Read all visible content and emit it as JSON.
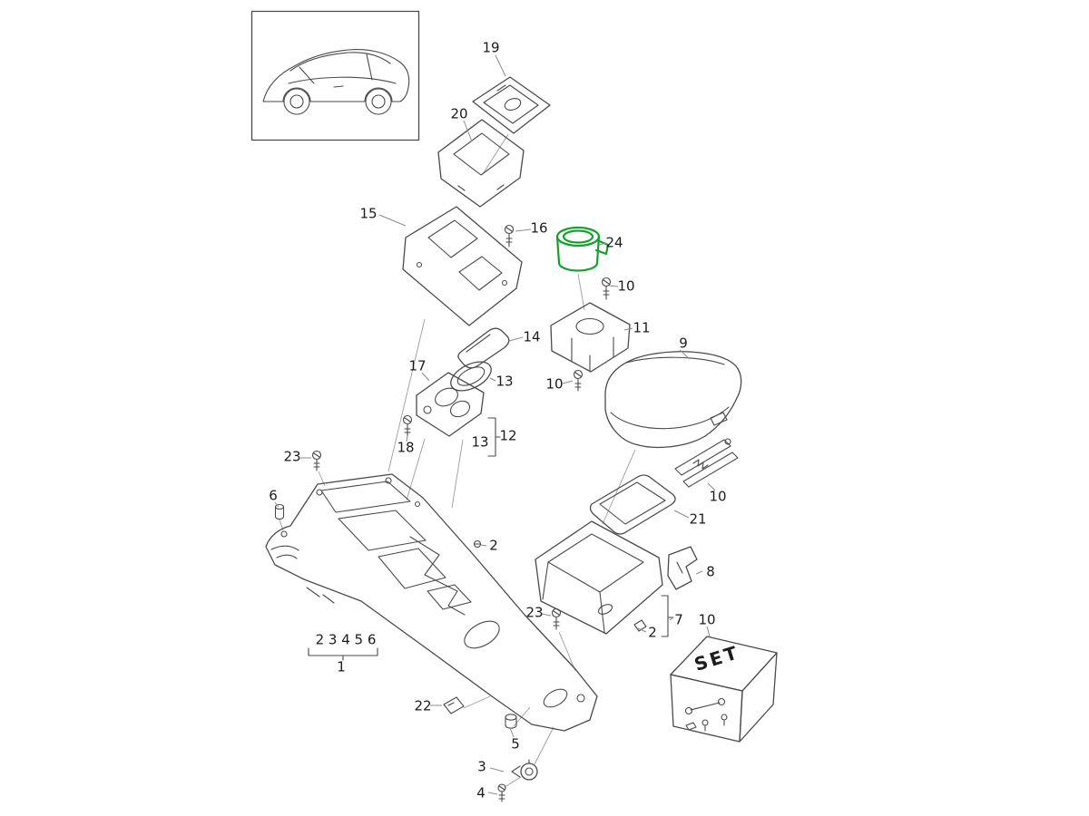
{
  "diagram": {
    "colors": {
      "line": "#4a4a4a",
      "highlight": "#12a12b",
      "label": "#1c1c1c"
    },
    "callouts": {
      "c19": "19",
      "c20": "20",
      "c15": "15",
      "c16": "16",
      "c24": "24",
      "c10_a": "10",
      "c11": "11",
      "c9": "9",
      "c14": "14",
      "c13_a": "13",
      "c17": "17",
      "c10_b": "10",
      "c12": "12",
      "c13_b": "13",
      "c18": "18",
      "c23_a": "23",
      "c6": "6",
      "c2_a": "2",
      "c21": "21",
      "c10_c": "10",
      "c8": "8",
      "c7": "7",
      "c2_b": "2",
      "c23_b": "23",
      "c10_d": "10",
      "group_items": "2 3 4 5 6",
      "c1": "1",
      "c22": "22",
      "c5": "5",
      "c3": "3",
      "c4": "4",
      "set": "SET"
    }
  }
}
